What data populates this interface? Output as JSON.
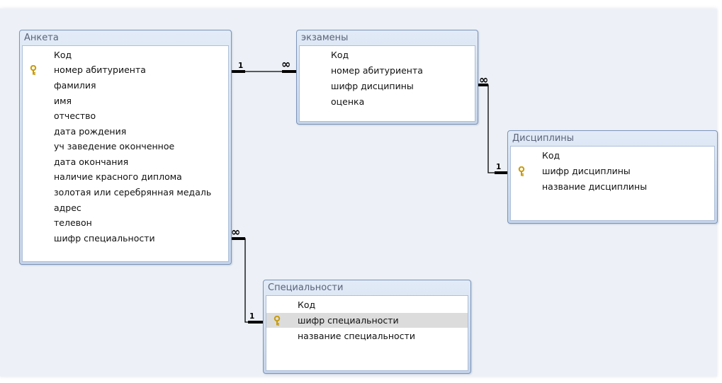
{
  "tables": {
    "anketa": {
      "title": "Анкета",
      "fields": [
        "Код",
        "номер абитуриента",
        "фамилия",
        "имя",
        "отчество",
        "дата рождения",
        "уч заведение оконченное",
        "дата окончания",
        "наличие красного диплома",
        "золотая или серебрянная медаль",
        "адрес",
        "телевон",
        "шифр специальности"
      ],
      "key_field": "номер абитуриента"
    },
    "ekzameny": {
      "title": "экзамены",
      "fields": [
        "Код",
        "номер абитуриента",
        "шифр дисципины",
        "оценка"
      ]
    },
    "distsipliny": {
      "title": "Дисциплины",
      "fields": [
        "Код",
        "шифр дисциплины",
        "название дисциплины"
      ],
      "key_field": "шифр дисциплины"
    },
    "spetsialnosti": {
      "title": "Специальности",
      "fields": [
        "Код",
        "шифр специальности",
        "название специальности"
      ],
      "key_field": "шифр специальности",
      "selected_field": "шифр специальности"
    }
  },
  "relations": {
    "anketa_ekzameny": {
      "one": "1",
      "many": "∞"
    },
    "ekzameny_distsipliny": {
      "one": "1",
      "many": "∞"
    },
    "anketa_spetsialnosti": {
      "one": "1",
      "many": "∞"
    }
  },
  "colors": {
    "canvas": "#edf1f7",
    "title_gradient_top": "#e2ebf7",
    "title_gradient_bottom": "#c5d4ea",
    "border": "#7c94b8",
    "key_icon": "#d8b010"
  }
}
